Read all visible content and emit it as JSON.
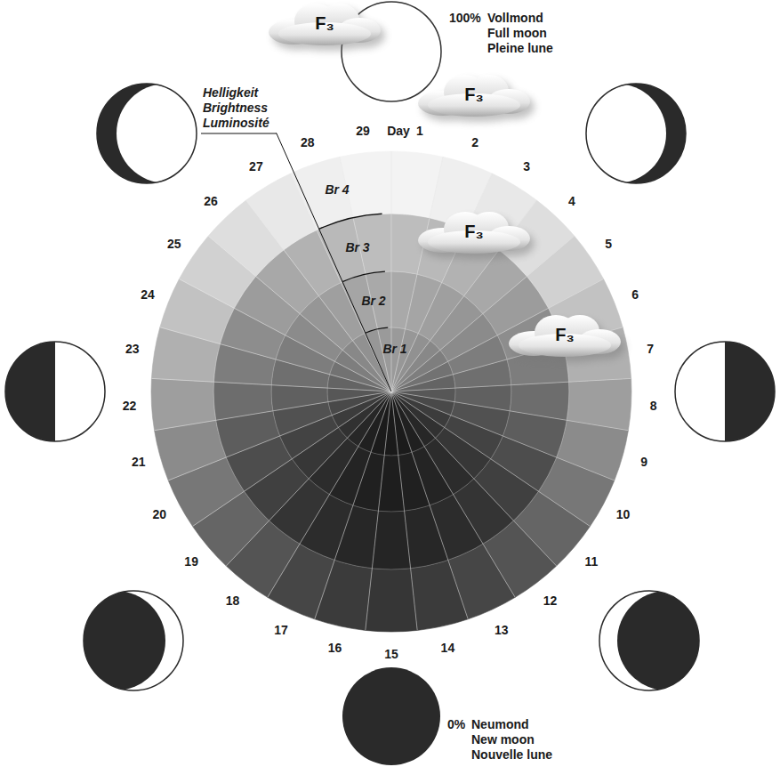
{
  "diagram": {
    "nodes": [
      {
        "text": [
          "F₃"
        ]
      },
      {
        "text": [
          "F₃"
        ]
      },
      {
        "text": [
          "F₃"
        ]
      },
      {
        "text": [
          "F₃"
        ]
      }
    ],
    "labels": [
      "Day",
      "1",
      "2",
      "3",
      "4",
      "5",
      "6",
      "7",
      "8",
      "9",
      "10",
      "11",
      "12",
      "13",
      "14",
      "15",
      "16",
      "17",
      "18",
      "19",
      "20",
      "21",
      "22",
      "23",
      "24",
      "25",
      "26",
      "27",
      "28",
      "29",
      "100%",
      "Vollmond",
      "Full moon",
      "Pleine lune",
      "0%",
      "Neumond",
      "New moon",
      "Nouvelle lune",
      "Helligkeit",
      "Brightness",
      "Luminosité",
      "Br 4",
      "Br 3",
      "Br 2",
      "Br 1"
    ]
  }
}
